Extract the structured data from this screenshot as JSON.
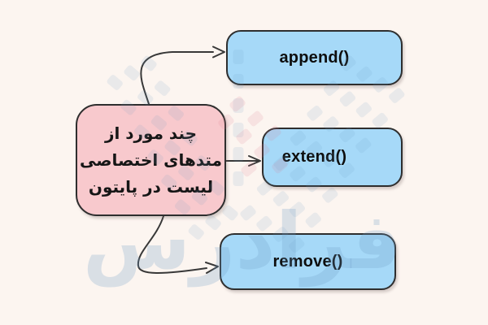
{
  "colors": {
    "background": "#fcf5f0",
    "node_border": "#2e2e2e",
    "arrow": "#383838",
    "root_fill": "#f8c9cd",
    "method_fill": "#a6d9f8",
    "watermark_tint": "#6b9cc4"
  },
  "root_node": {
    "fill": "#f8c9cd",
    "lines": [
      "چند مورد از",
      "متدهای اختصاصی",
      "لیست در پایتون"
    ]
  },
  "method_nodes": [
    {
      "label": "append()",
      "fill": "#a6d9f8"
    },
    {
      "label": "extend()",
      "fill": "#a6d9f8"
    },
    {
      "label": "remove()",
      "fill": "#a6d9f8"
    }
  ],
  "watermark": {
    "text": "فرادرس"
  }
}
